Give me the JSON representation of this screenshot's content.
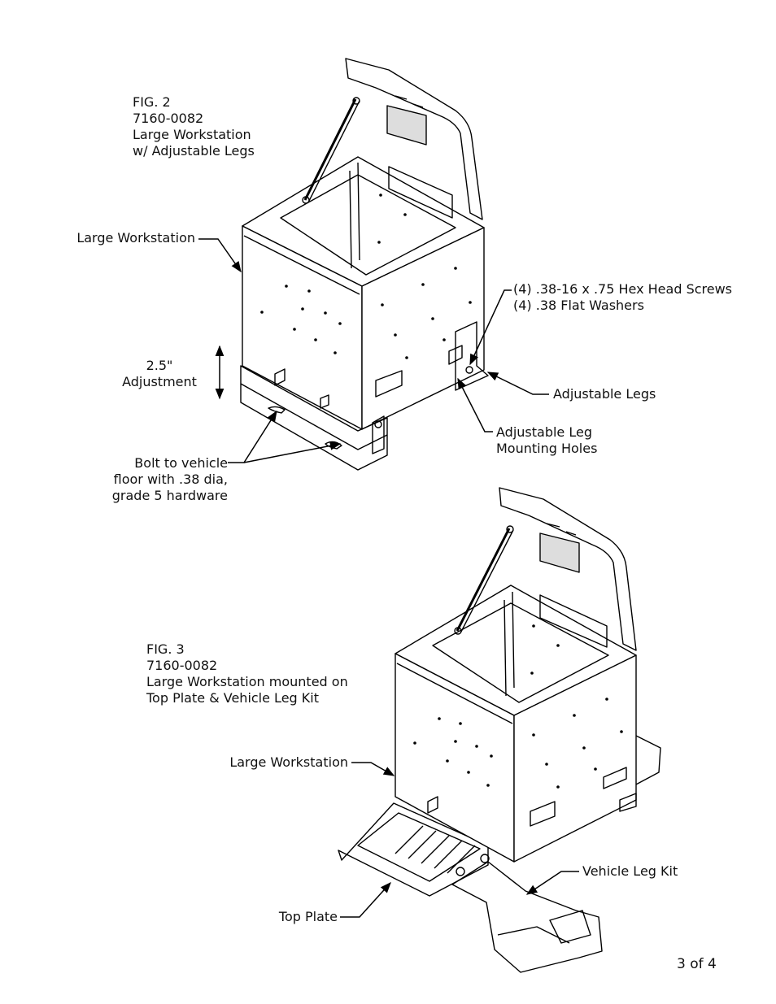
{
  "fig2": {
    "caption": [
      "FIG. 2",
      "7160-0082",
      "Large Workstation",
      "w/ Adjustable Legs"
    ],
    "labels": {
      "large_workstation": "Large Workstation",
      "adjustment": [
        "2.5\"",
        "Adjustment"
      ],
      "bolt": [
        "Bolt to vehicle",
        "floor with .38 dia,",
        "grade 5 hardware"
      ],
      "screws": [
        "(4) .38-16 x .75 Hex Head Screws",
        "(4) .38 Flat Washers"
      ],
      "adjustable_legs": "Adjustable Legs",
      "mounting_holes": [
        "Adjustable Leg",
        "Mounting Holes"
      ]
    }
  },
  "fig3": {
    "caption": [
      "FIG. 3",
      "7160-0082",
      "Large Workstation mounted on",
      "Top Plate & Vehicle Leg Kit"
    ],
    "labels": {
      "large_workstation": "Large Workstation",
      "top_plate": "Top Plate",
      "vehicle_leg_kit": "Vehicle Leg Kit"
    }
  },
  "page_number": "3 of 4"
}
